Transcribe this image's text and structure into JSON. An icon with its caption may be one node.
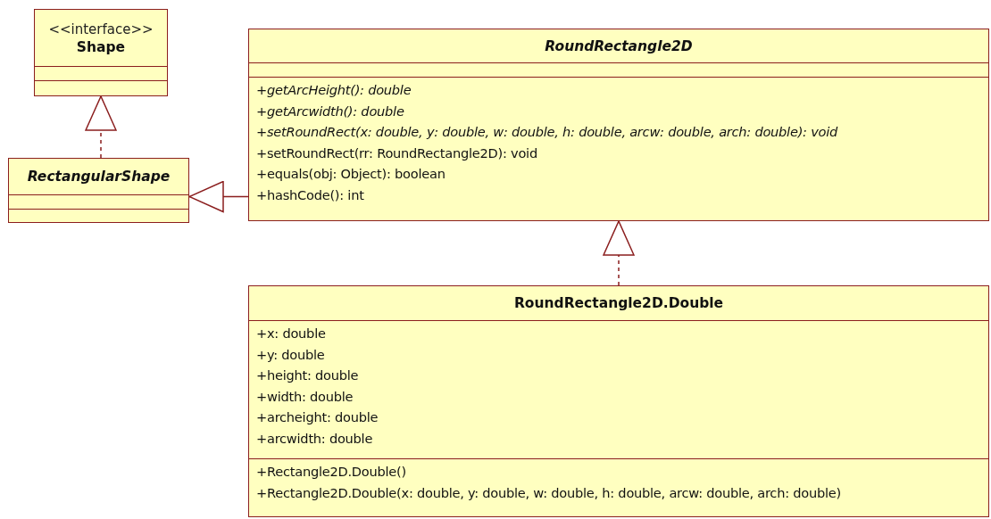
{
  "diagram": {
    "nodes": [
      {
        "text": [
          "<<interface>>",
          "Shape"
        ]
      },
      {
        "text": [
          "*RectangularShape*"
        ]
      },
      {
        "text": [
          "*RoundRectangle2D*",
          "*+getArcHeight(): double*",
          "*+getArcwidth(): double*",
          "*+setRoundRect(x: double, y: double, w: double, h: double, arcw: double, arch: double): void*",
          "+setRoundRect(rr: RoundRectangle2D): void",
          "+equals(obj: Object): boolean",
          "+hashCode(): int"
        ]
      },
      {
        "text": [
          "RoundRectangle2D.Double",
          "+x: double",
          "+y: double",
          "+height: double",
          "+width: double",
          "+archeight: double",
          "+arcwidth: double",
          "+Rectangle2D.Double()",
          "+Rectangle2D.Double(x: double, y: double, w: double, h: double, arcw: double, arch: double)"
        ]
      }
    ],
    "edges": [
      {
        "from": 1,
        "to": 0,
        "arrow": "to",
        "style": "dashed"
      },
      {
        "from": 2,
        "to": 1,
        "arrow": "to"
      },
      {
        "from": 3,
        "to": 2,
        "arrow": "to",
        "style": "dashed"
      }
    ]
  }
}
